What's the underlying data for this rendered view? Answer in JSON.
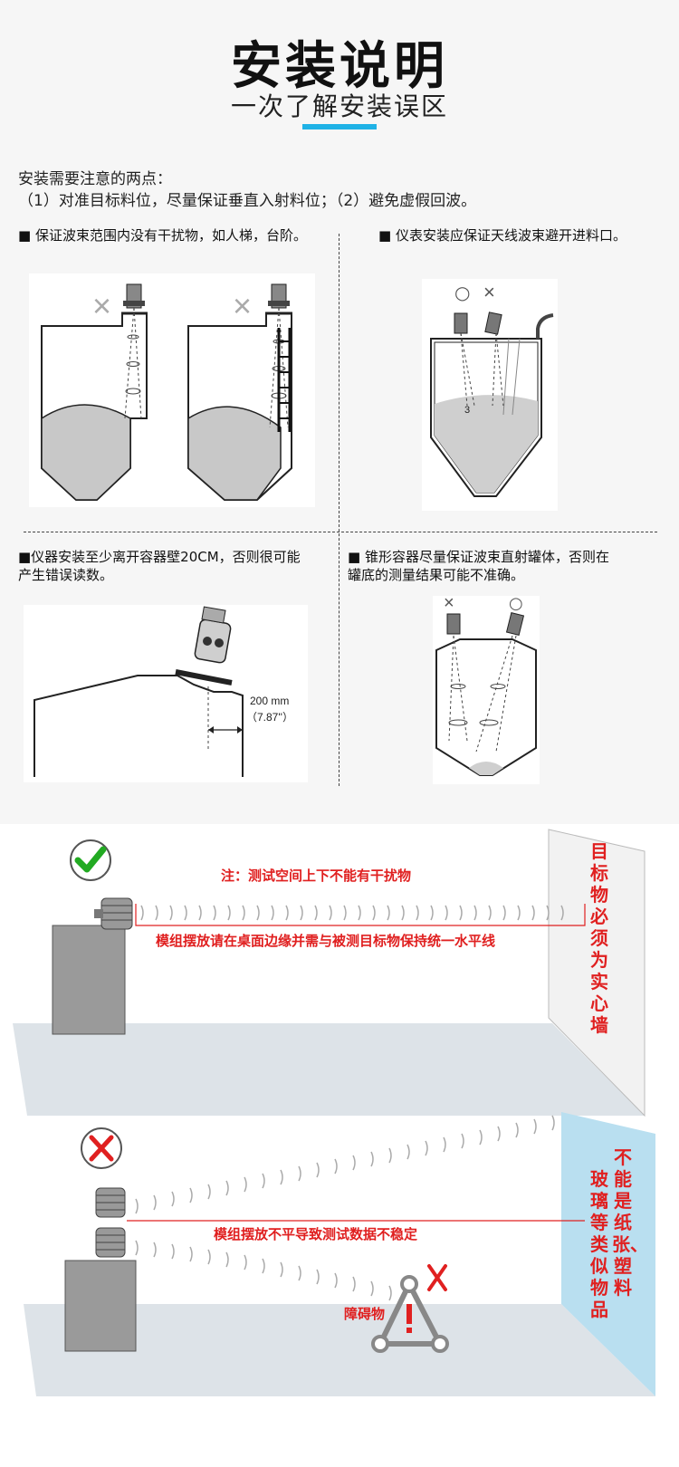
{
  "header": {
    "title": "安装说明",
    "subtitle": "一次了解安装误区"
  },
  "intro": {
    "line1": "安装需要注意的两点：",
    "line2": "（1）对准目标料位，尽量保证垂直入射料位；（2）避免虚假回波。"
  },
  "notes": {
    "n1": "■ 保证波束范围内没有干扰物，如人梯，台阶。",
    "n2": "■ 仪表安装应保证天线波束避开进料口。",
    "n3a": "■仪器安装至少离开容器壁20CM，否则很可能",
    "n3b": "产生错误读数。",
    "n4a": "■ 锥形容器尽量保证波束直射罐体，否则在",
    "n4b": "罐底的测量结果可能不准确。"
  },
  "figures": {
    "dim_mm": "200 mm",
    "dim_in": "（7.87''）",
    "angle_label": "3",
    "mark_ok": "○",
    "mark_bad": "×"
  },
  "demo_top": {
    "note": "注：测试空间上下不能有干扰物",
    "instruction": "模组摆放请在桌面边缘并需与被测目标物保持统一水平线",
    "wall_text": "目标物必须为实心墙"
  },
  "demo_bottom": {
    "warning": "模组摆放不平导致测试数据不稳定",
    "obstacle": "障碍物",
    "wall_text_1": "不能是纸张、塑料",
    "wall_text_2": "玻璃等类似物品"
  },
  "colors": {
    "accent": "#1fb2e6",
    "warning_red": "#e02020",
    "ok_green": "#22aa22"
  }
}
